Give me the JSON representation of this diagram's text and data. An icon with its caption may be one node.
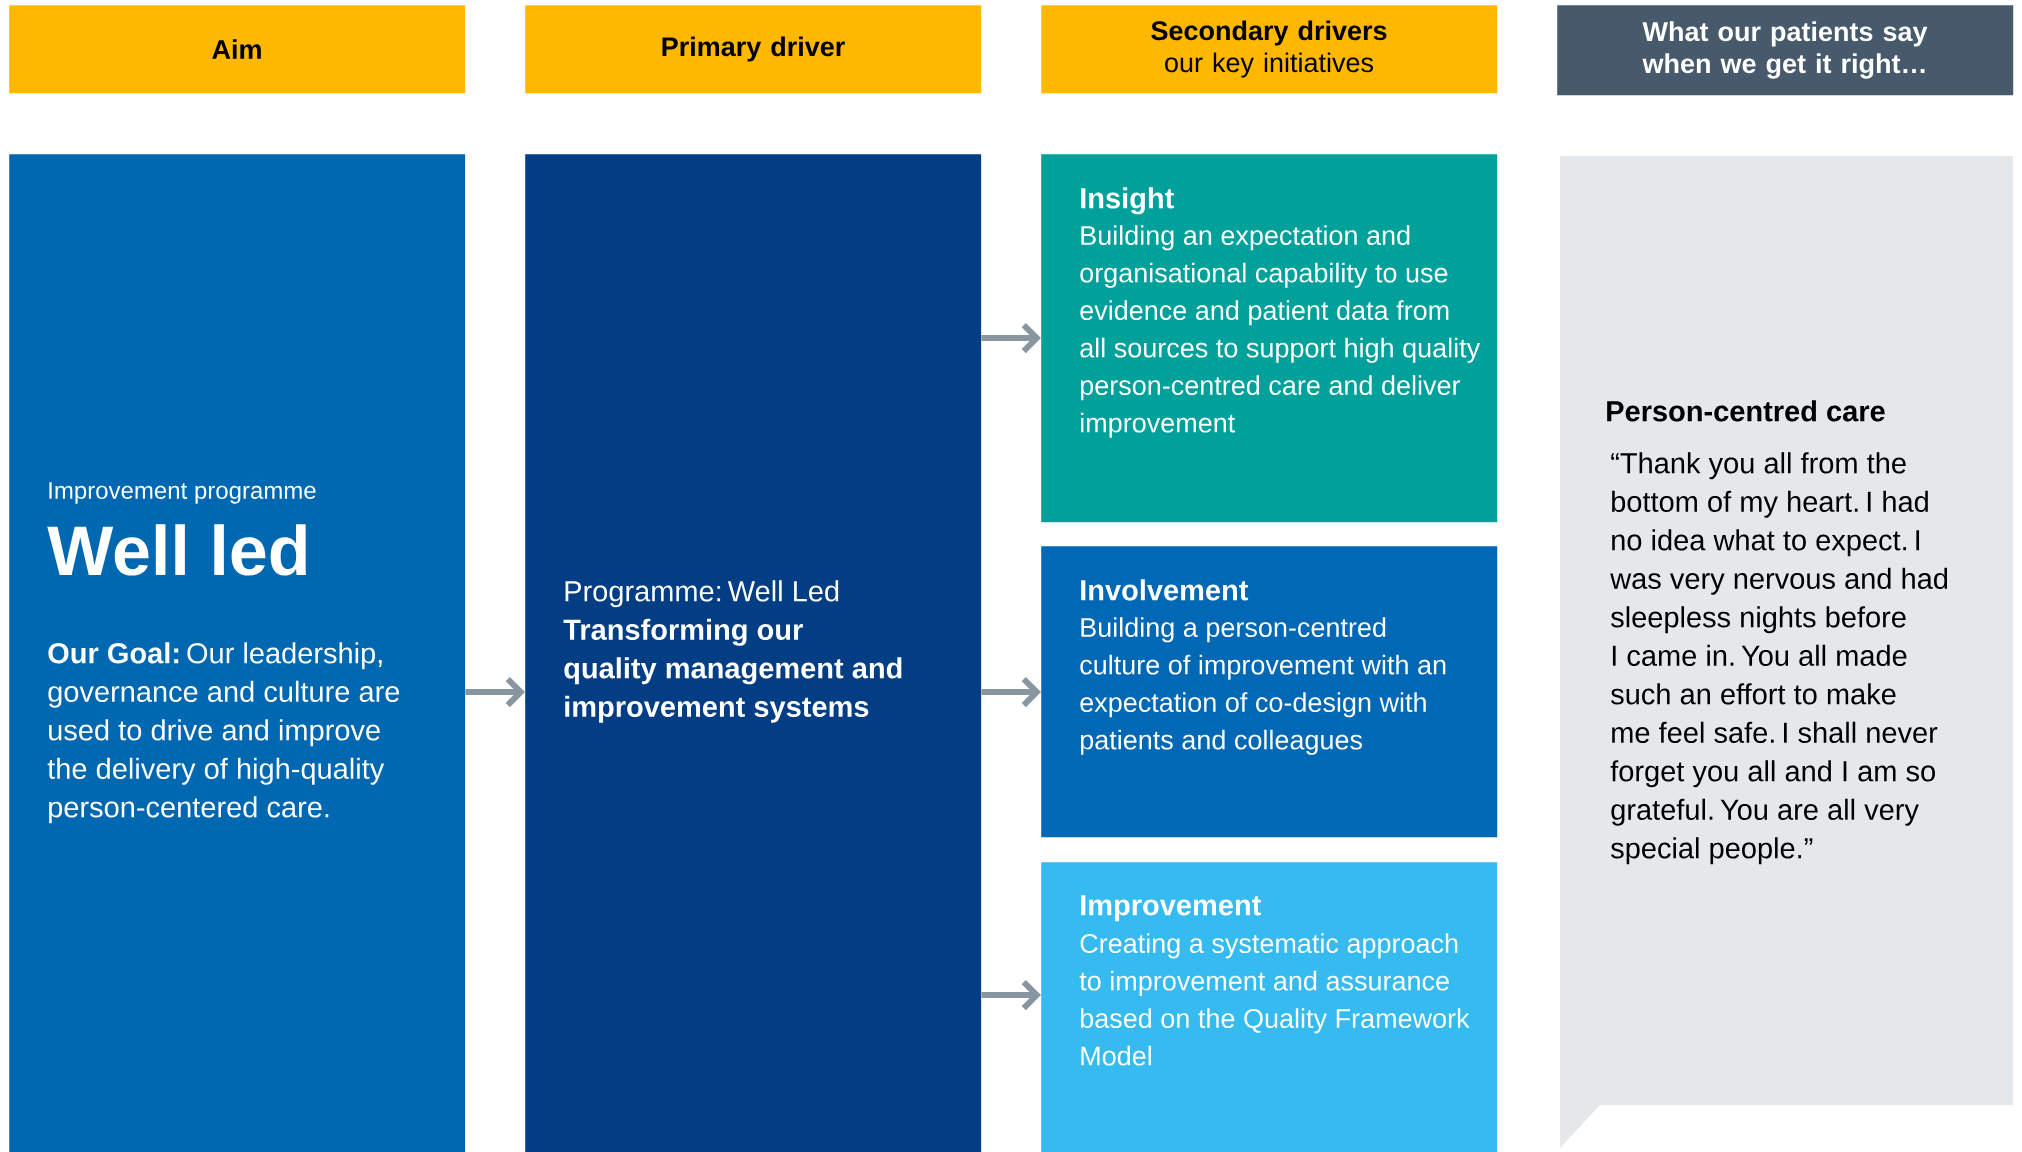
{
  "diagram": {
    "nodes": [
      {
        "text": [
          "Aim"
        ]
      },
      {
        "text": [
          "Primary driver"
        ]
      },
      {
        "text": [
          "Secondary drivers",
          "our key initiatives"
        ]
      },
      {
        "text": [
          "What our patients say when we get it right…"
        ]
      },
      {
        "text": [
          "Improvement programme",
          "Well led",
          "**Our Goal:** Our leadership, governance and culture are used to drive and improve the delivery of high-quality person-centered care."
        ]
      },
      {
        "text": [
          "Programme: Well Led",
          "Transforming our quality management and improvement systems"
        ]
      },
      {
        "text": [
          "Insight",
          "Building an expectation and organisational capability to use evidence and patient data from all sources to support high quality person-centred care and deliver improvement"
        ]
      },
      {
        "text": [
          "Involvement",
          "Building a person-centred culture of improvement with an expectation of co-design with patients and colleagues"
        ]
      },
      {
        "text": [
          "Improvement",
          "Creating a systematic approach to improvement and assurance based on the Quality Framework Model"
        ]
      },
      {
        "text": [
          "Person-centred care",
          "“Thank you all from the bottom of my heart. I had no idea what to expect. I was very nervous and had sleepless nights before I came in. You all made such an effort to make me feel safe. I shall never forget you all and I am so grateful. You are all very special people.”"
        ]
      }
    ],
    "edges": [
      {
        "from": 4,
        "to": 5,
        "arrow": "to"
      },
      {
        "from": 5,
        "to": 6,
        "arrow": "to"
      },
      {
        "from": 5,
        "to": 7,
        "arrow": "to"
      },
      {
        "from": 5,
        "to": 8,
        "arrow": "to"
      }
    ]
  }
}
